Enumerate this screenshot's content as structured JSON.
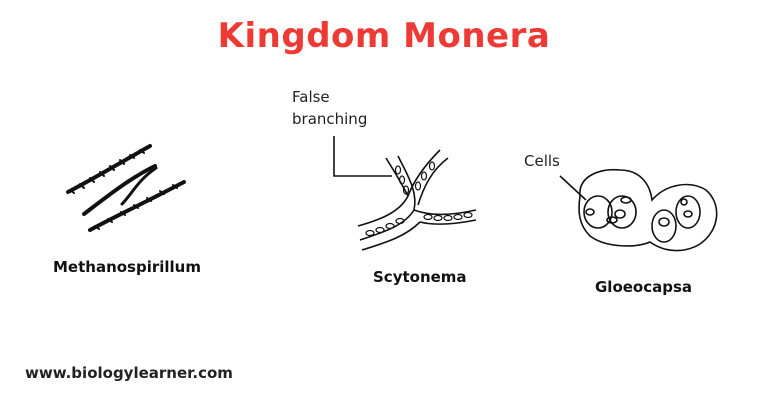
{
  "title": "Kingdom Monera",
  "colors": {
    "title": "#ee3a34",
    "ink": "#111111"
  },
  "organisms": [
    {
      "name": "Methanospirillum"
    },
    {
      "name": "Scytonema",
      "annotation": [
        "False",
        "branching"
      ]
    },
    {
      "name": "Gloeocapsa",
      "annotation": [
        "Cells"
      ]
    }
  ],
  "footer": "www.biologylearner.com"
}
